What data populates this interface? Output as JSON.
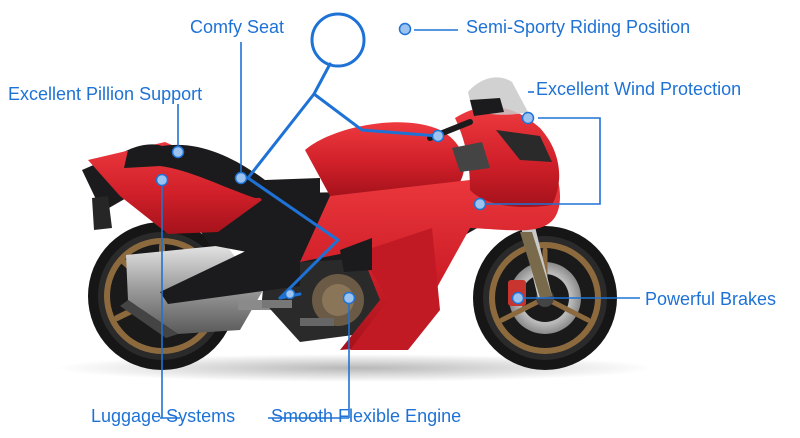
{
  "labels": {
    "comfy_seat": "Comfy Seat",
    "riding_position": "Semi-Sporty Riding Position",
    "pillion_support": "Excellent Pillion Support",
    "wind_protection": "Excellent Wind Protection",
    "powerful_brakes": "Powerful Brakes",
    "luggage_systems": "Luggage Systems",
    "smooth_engine": "Smooth Flexible Engine"
  },
  "colors": {
    "accent": "#1e72d6",
    "dot_fill": "#9cc3f0",
    "bike_red": "#d1202a",
    "bike_black": "#1b1b1d"
  }
}
